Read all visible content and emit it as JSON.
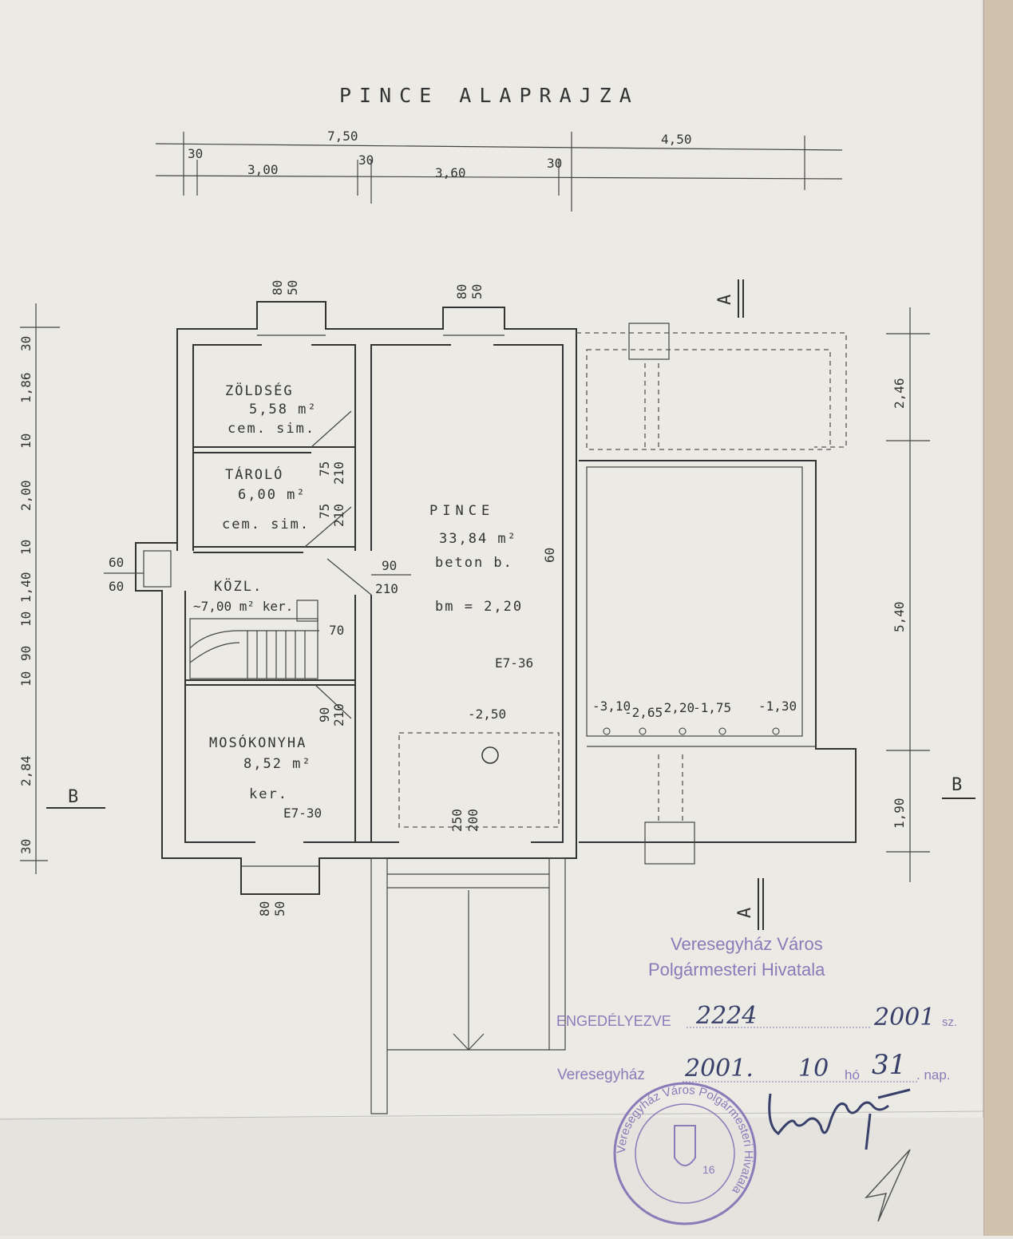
{
  "title": "PINCE ALAPRAJZA",
  "dimensions_top": {
    "total_left": "7,50",
    "total_right": "4,50",
    "wall_1": "30",
    "room_1": "3,00",
    "wall_2": "30",
    "room_2": "3,60",
    "wall_3": "30"
  },
  "dimensions_left": [
    "30",
    "1,86",
    "10",
    "2,00",
    "10",
    "1,40",
    "10",
    "90",
    "10",
    "2,84",
    "30"
  ],
  "dimensions_right": [
    "2,46",
    "5,40",
    "1,90"
  ],
  "rooms": [
    {
      "name": "ZÖLDSÉG",
      "area": "5,58 m²",
      "floor": "cem. sim."
    },
    {
      "name": "TÁROLÓ",
      "area": "6,00 m²",
      "floor": "cem. sim."
    },
    {
      "name": "KÖZL.",
      "area": "~7,00 m² ker."
    },
    {
      "name": "MOSÓKONYHA",
      "area": "8,52 m²",
      "floor": "ker."
    },
    {
      "name": "PINCE",
      "area": "33,84 m²",
      "floor": "beton b.",
      "height": "bm = 2,20"
    }
  ],
  "openings": {
    "win_top_left": [
      "80",
      "50"
    ],
    "win_top_mid": [
      "80",
      "50"
    ],
    "win_bottom": [
      "80",
      "50"
    ],
    "win_left": [
      "60",
      "60"
    ],
    "door_taroló_1": [
      "75",
      "210"
    ],
    "door_taroló_2": [
      "75",
      "210"
    ],
    "door_pince": [
      "90",
      "210"
    ],
    "door_mosó": [
      "90",
      "210"
    ],
    "stair": "70",
    "door_pince_2": [
      "250",
      "200"
    ]
  },
  "pince_marks": {
    "level": "-2,50",
    "e_mark_1": "E7-36",
    "e_mark_2": "E7-30",
    "small_60": "60"
  },
  "levels_right": [
    "-3,10",
    "-2,65",
    "-2,20",
    "-1,75",
    "-1,30"
  ],
  "section_marks": {
    "a": "A",
    "b": "B"
  },
  "stamp": {
    "line1": "Veresegyház Város",
    "line2": "Polgármesteri Hivatala",
    "approved_label": "ENGEDÉLYEZVE",
    "approved_number": "2224",
    "approved_year": "2001",
    "sz": "sz.",
    "place": "Veresegyház",
    "date_year": "2001.",
    "date_month": "10",
    "ho": "hó",
    "date_day": "31",
    "nap": ". nap.",
    "seal_text": "Veresegyház Város Polgármesteri Hivatala",
    "seal_number": "16"
  },
  "colors": {
    "paper": "#e9e8e3",
    "ink": "#333333",
    "stamp": "#8a7bb8",
    "pen": "#38406a"
  }
}
